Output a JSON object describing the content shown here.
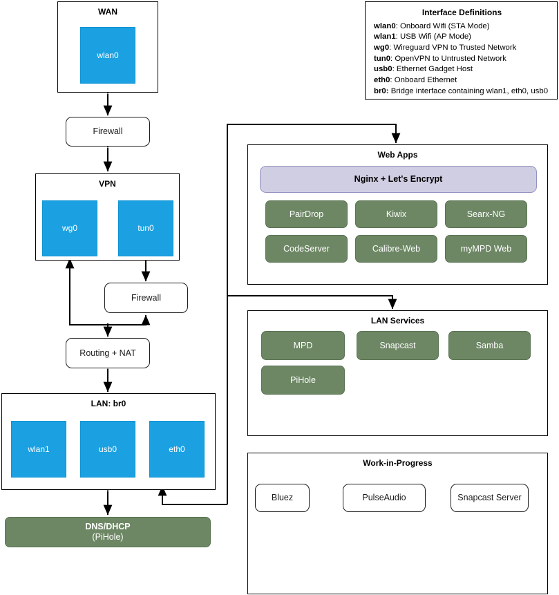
{
  "legend": {
    "title": "Interface Definitions",
    "entries": [
      {
        "name": "wlan0",
        "desc": ": Onboard Wifi (STA Mode)"
      },
      {
        "name": "wlan1",
        "desc": ": USB Wifi (AP Mode)"
      },
      {
        "name": "wg0",
        "desc": ": Wireguard VPN to Trusted Network"
      },
      {
        "name": "tun0",
        "desc": ": OpenVPN to Untrusted Network"
      },
      {
        "name": "usb0",
        "desc": ": Ethernet Gadget Host"
      },
      {
        "name": "eth0",
        "desc": ": Onboard Ethernet"
      },
      {
        "name": "br0:",
        "desc": " Bridge interface containing wlan1, eth0, usb0"
      }
    ]
  },
  "wan": {
    "title": "WAN",
    "interface": "wlan0"
  },
  "firewall_top": {
    "label": "Firewall"
  },
  "vpn": {
    "title": "VPN",
    "interfaces": [
      {
        "label": "wg0"
      },
      {
        "label": "tun0"
      }
    ]
  },
  "firewall_vpn": {
    "label": "Firewall"
  },
  "routing": {
    "label": "Routing + NAT"
  },
  "lan": {
    "title": "LAN: br0",
    "interfaces": [
      {
        "label": "wlan1"
      },
      {
        "label": "usb0"
      },
      {
        "label": "eth0"
      }
    ]
  },
  "dns": {
    "line1": "DNS/DHCP",
    "line2": "(PiHole)"
  },
  "web_apps": {
    "title": "Web Apps",
    "proxy": "Nginx + Let's Encrypt",
    "apps": [
      {
        "label": "PairDrop"
      },
      {
        "label": "Kiwix"
      },
      {
        "label": "Searx-NG"
      },
      {
        "label": "CodeServer"
      },
      {
        "label": "Calibre-Web"
      },
      {
        "label": "myMPD Web"
      }
    ]
  },
  "lan_services": {
    "title": "LAN Services",
    "services": [
      {
        "label": "MPD"
      },
      {
        "label": "Snapcast"
      },
      {
        "label": "Samba"
      },
      {
        "label": "PiHole"
      }
    ]
  },
  "work_in_progress": {
    "title": "Work-in-Progress",
    "nodes": [
      {
        "label": "Bluez"
      },
      {
        "label": "PulseAudio"
      },
      {
        "label": "Snapcast Server"
      }
    ]
  },
  "colors": {
    "interface_blue": "#1ba1e2",
    "service_green": "#6d8764",
    "proxy_lavender": "#d0cee2",
    "line_black": "#000000"
  }
}
